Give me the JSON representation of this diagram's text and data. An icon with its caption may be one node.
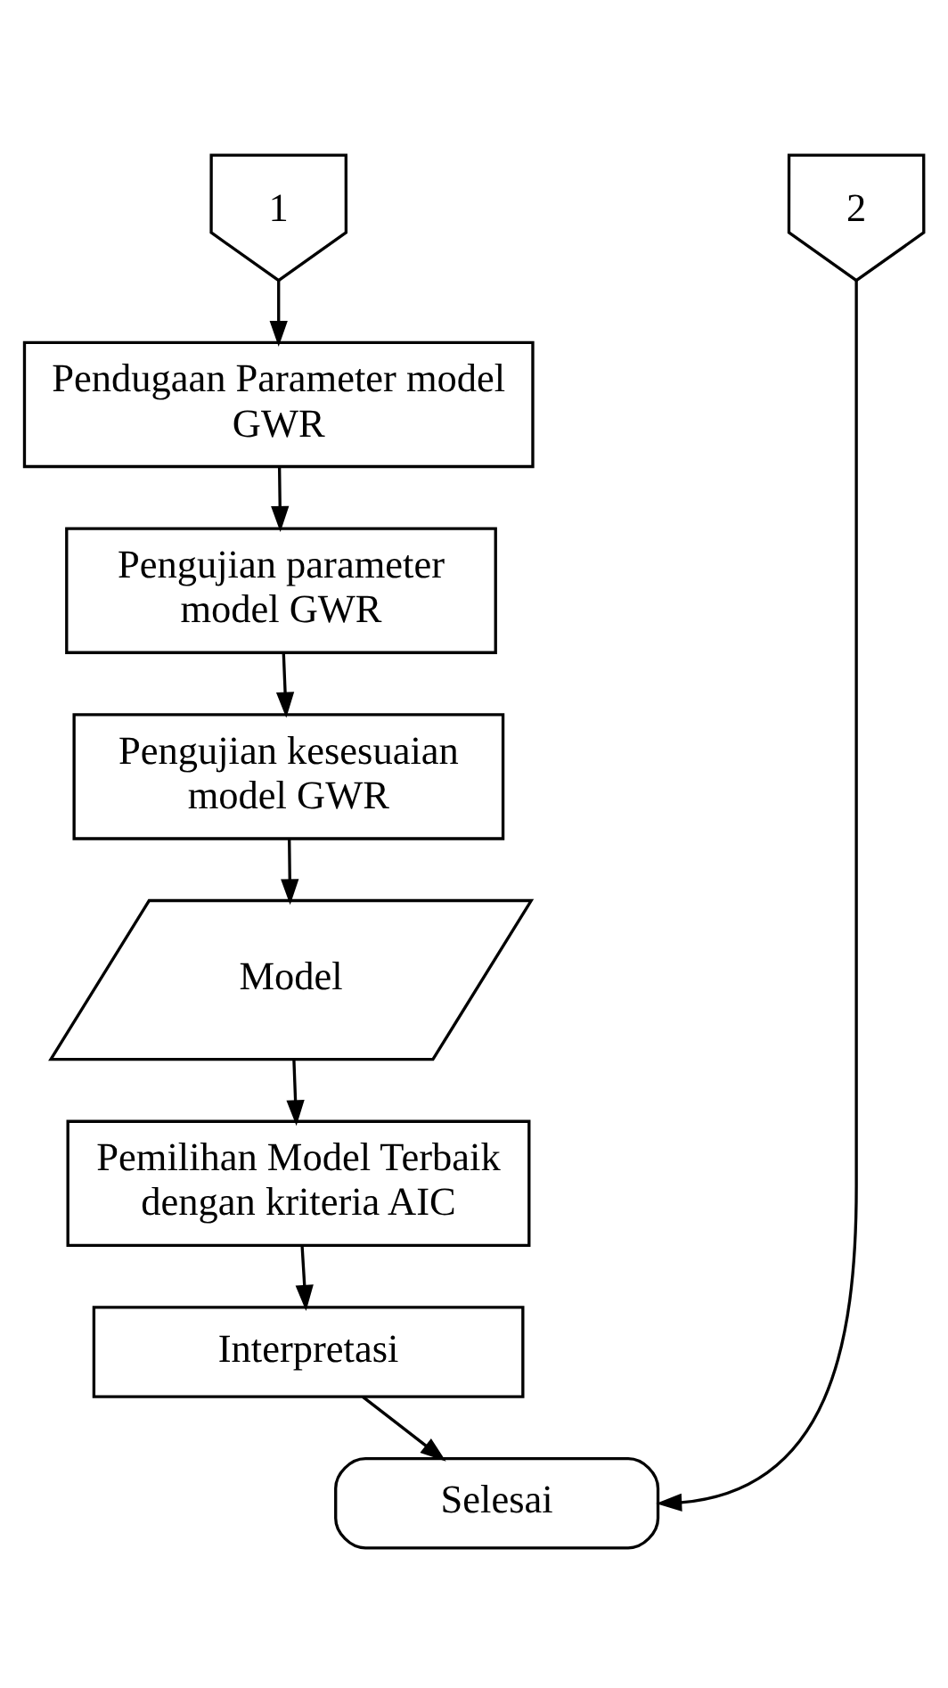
{
  "diagram": {
    "nodes": [
      {
        "text": [
          "1"
        ]
      },
      {
        "text": [
          "2"
        ]
      },
      {
        "text": [
          "Pendugaan Parameter model GWR"
        ]
      },
      {
        "text": [
          "Pengujian parameter model GWR"
        ]
      },
      {
        "text": [
          "Pengujian kesesuaian model GWR"
        ]
      },
      {
        "text": [
          "Model"
        ]
      },
      {
        "text": [
          "Pemilihan Model Terbaik dengan kriteria AIC"
        ]
      },
      {
        "text": [
          "Interpretasi"
        ]
      },
      {
        "text": [
          "Selesai"
        ]
      }
    ],
    "edges": [
      {
        "from": 0,
        "to": 2,
        "arrow": "to"
      },
      {
        "from": 2,
        "to": 3,
        "arrow": "to"
      },
      {
        "from": 3,
        "to": 4,
        "arrow": "to"
      },
      {
        "from": 4,
        "to": 5,
        "arrow": "to"
      },
      {
        "from": 5,
        "to": 6,
        "arrow": "to"
      },
      {
        "from": 6,
        "to": 7,
        "arrow": "to"
      },
      {
        "from": 7,
        "to": 8,
        "arrow": "to"
      },
      {
        "from": 1,
        "to": 8,
        "arrow": "to"
      }
    ]
  }
}
